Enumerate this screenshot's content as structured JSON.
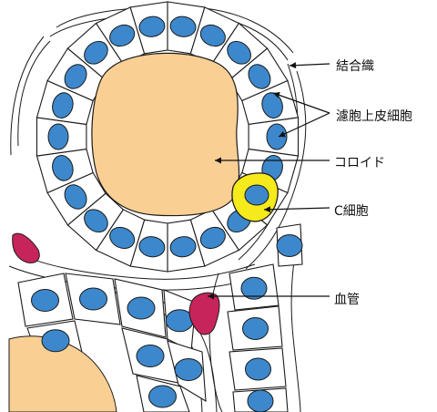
{
  "labels": {
    "connective_tissue": "結合織",
    "follicular_epithelial_cells": "濾胞上皮細胞",
    "colloid": "コロイド",
    "c_cell": "C細胞",
    "blood_vessel": "血管"
  },
  "colors": {
    "colloid": "#f9cf94",
    "nucleus": "#3d88cc",
    "c_cell": "#f5ea1c",
    "vessel": "#c8245c",
    "outline": "#1a1a1a"
  }
}
